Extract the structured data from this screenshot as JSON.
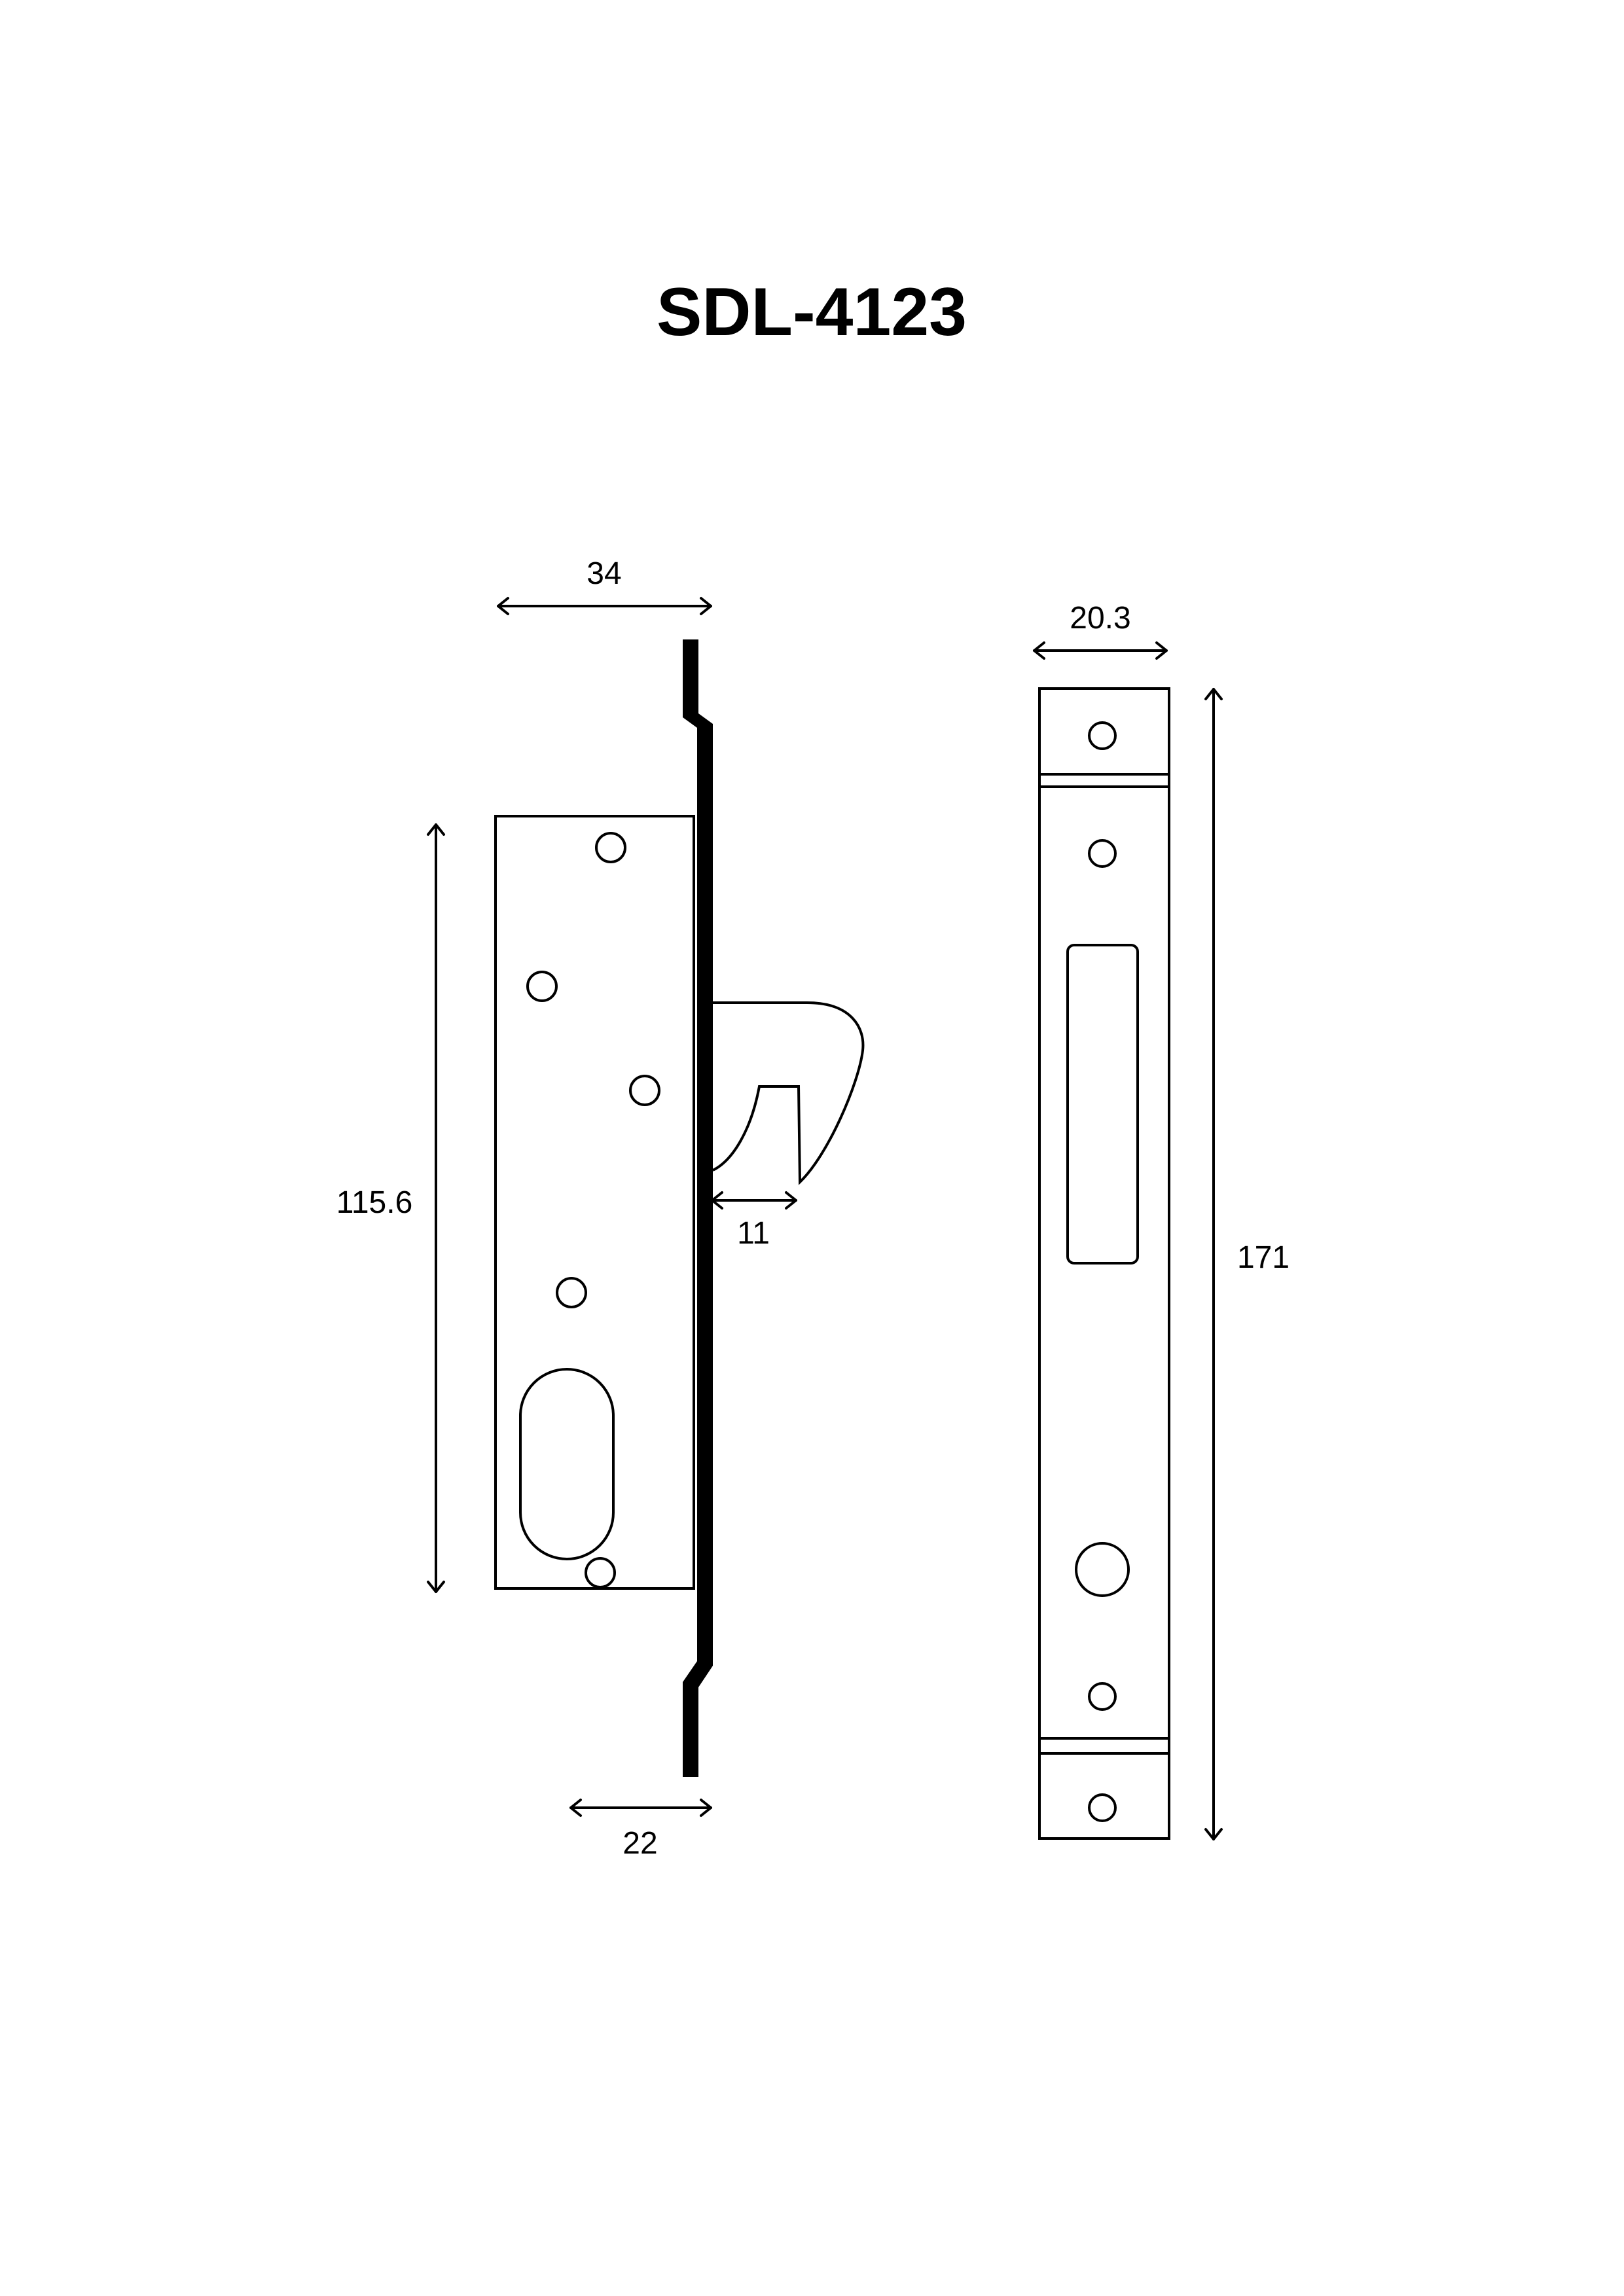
{
  "title": "SDL-4123",
  "dimensions": {
    "lock_body_width": "34",
    "lock_body_height": "115.6",
    "hook_throw": "11",
    "backset": "22",
    "strike_width": "20.3",
    "strike_height": "171"
  },
  "colors": {
    "line": "#000000",
    "background": "#ffffff"
  }
}
